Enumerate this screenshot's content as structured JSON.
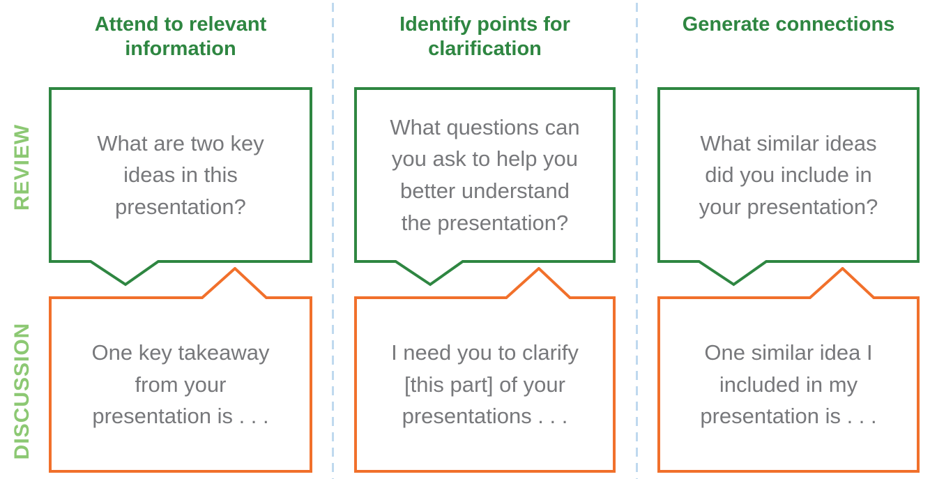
{
  "palette": {
    "dark-green": "#2E8641",
    "light-green": "#8CC873",
    "orange": "#F1702B",
    "text-gray": "#77787B",
    "divider-blue": "#BFD9EF"
  },
  "rows": [
    {
      "label": "REVIEW"
    },
    {
      "label": "DISCUSSION"
    }
  ],
  "columns": [
    {
      "header": "Attend to relevant\ninformation",
      "review_prompt": "What are two key\nideas in this\npresentation?",
      "discussion_prompt": "One key takeaway\nfrom your\npresentation is . . ."
    },
    {
      "header": "Identify points for\nclarification",
      "review_prompt": "What questions can\nyou ask to help you\nbetter understand\nthe presentation?",
      "discussion_prompt": "I need you to clarify\n[this part] of your\npresentations . . ."
    },
    {
      "header": "Generate connections",
      "review_prompt": "What similar ideas\ndid you include in\nyour presentation?",
      "discussion_prompt": "One similar idea I\nincluded in my\npresentation is . . ."
    }
  ]
}
